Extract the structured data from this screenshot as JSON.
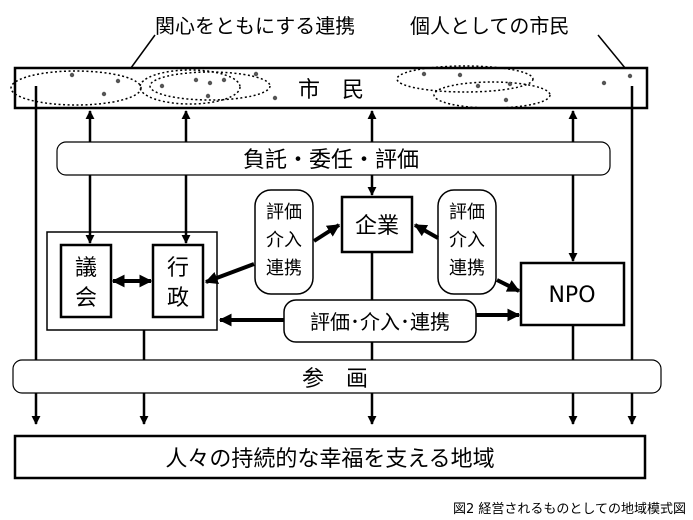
{
  "labels": {
    "callout_left": "関心をともにする連携",
    "callout_right": "個人としての市民",
    "citizens": "市　民",
    "delegation_band": "負託・委任・評価",
    "enterprise": "企業",
    "council_line1": "議",
    "council_line2": "会",
    "admin_line1": "行",
    "admin_line2": "政",
    "npo": "NPO",
    "eval_left_line1": "評価",
    "eval_left_line2": "介入",
    "eval_left_line3": "連携",
    "eval_right_line1": "評価",
    "eval_right_line2": "介入",
    "eval_right_line3": "連携",
    "eval_center": "評価･介入･連携",
    "participation_band": "参　画",
    "region": "人々の持続的な幸福を支える地域",
    "caption": "図2 経営されるものとしての地域模式図"
  }
}
